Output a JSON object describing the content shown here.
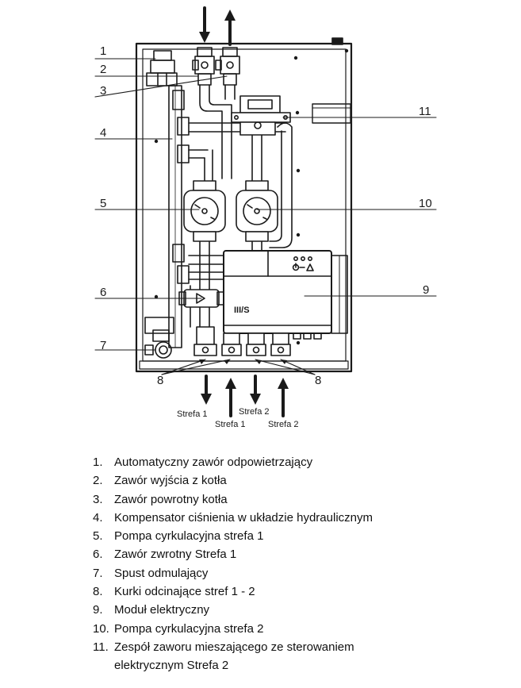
{
  "callouts": [
    {
      "num": "1"
    },
    {
      "num": "2"
    },
    {
      "num": "3"
    },
    {
      "num": "4"
    },
    {
      "num": "5"
    },
    {
      "num": "6"
    },
    {
      "num": "7"
    },
    {
      "num": "8"
    },
    {
      "num": "9"
    },
    {
      "num": "10"
    },
    {
      "num": "11"
    }
  ],
  "bottom_callout_8": "8",
  "flows": {
    "out_1": "Strefa 1",
    "ret_1": "Strefa 1",
    "out_2": "Strefa 2",
    "ret_2": "Strefa 2"
  },
  "module_brand": "III/S",
  "legend": [
    {
      "num": "1.",
      "text": "Automatyczny zawór odpowietrzający"
    },
    {
      "num": "2.",
      "text": "Zawór wyjścia z kotła"
    },
    {
      "num": "3.",
      "text": "Zawór powrotny kotła"
    },
    {
      "num": "4.",
      "text": "Kompensator ciśnienia w układzie hydraulicznym"
    },
    {
      "num": "5.",
      "text": "Pompa cyrkulacyjna strefa 1"
    },
    {
      "num": "6.",
      "text": "Zawór zwrotny Strefa 1"
    },
    {
      "num": "7.",
      "text": "Spust odmulający"
    },
    {
      "num": "8.",
      "text": "Kurki odcinające stref 1 - 2"
    },
    {
      "num": "9.",
      "text": "Moduł elektryczny"
    },
    {
      "num": "10.",
      "text": "Pompa cyrkulacyjna strefa 2"
    },
    {
      "num": "11.",
      "text": "Zespół zaworu mieszającego ze sterowaniem"
    },
    {
      "num": "",
      "text": "elektrycznym Strefa 2"
    }
  ]
}
